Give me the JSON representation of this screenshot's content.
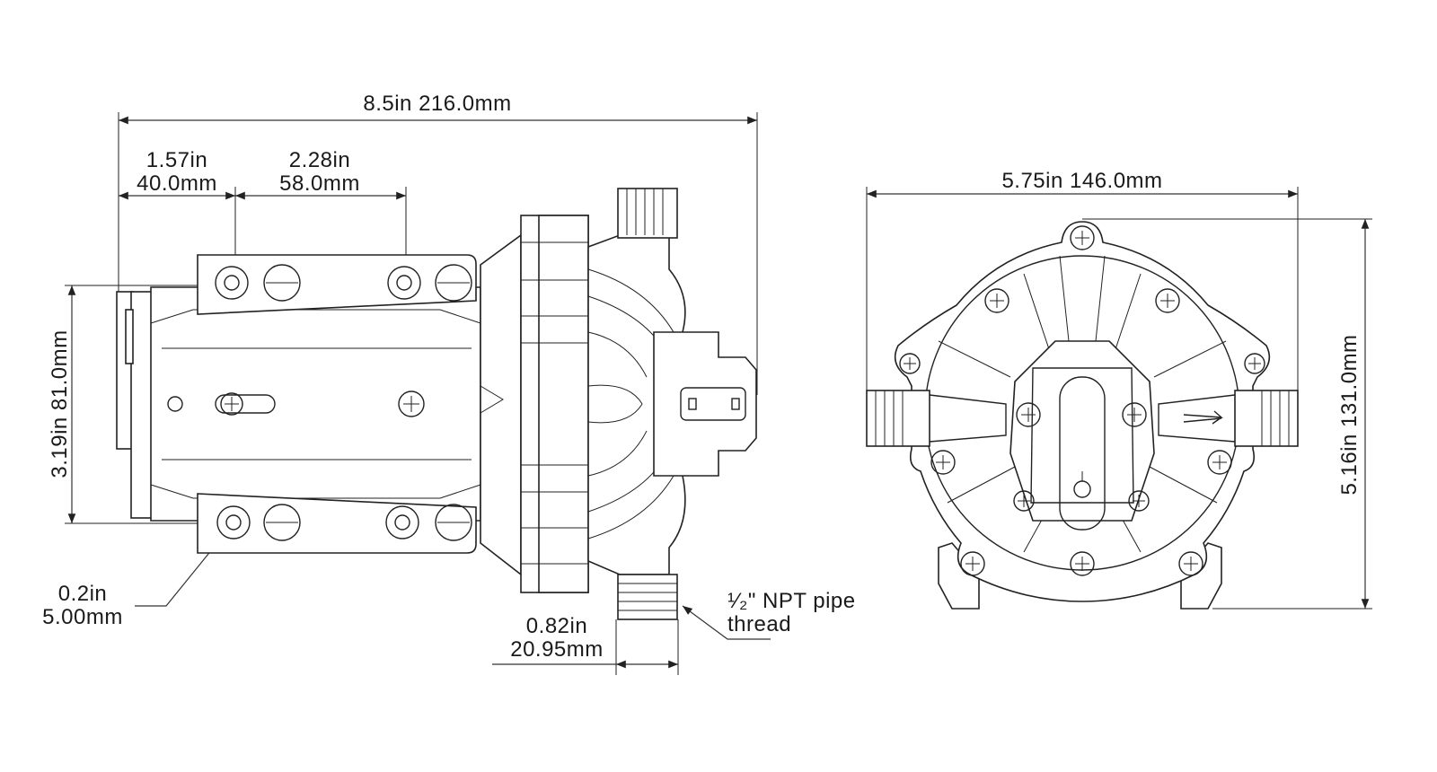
{
  "side_view": {
    "overall_width": "8.5in 216.0mm",
    "hole_offset_in": "1.57in",
    "hole_offset_mm": "40.0mm",
    "hole_spacing_in": "2.28in",
    "hole_spacing_mm": "58.0mm",
    "mount_height": "3.19in  81.0mm",
    "hole_dia_in": "0.2in",
    "hole_dia_mm": "5.00mm",
    "port_length_in": "0.82in",
    "port_length_mm": "20.95mm",
    "thread_line1": "¹⁄₂\" NPT pipe",
    "thread_line2": "thread"
  },
  "front_view": {
    "overall_width": "5.75in 146.0mm",
    "overall_height": "5.16in 131.0mm"
  }
}
